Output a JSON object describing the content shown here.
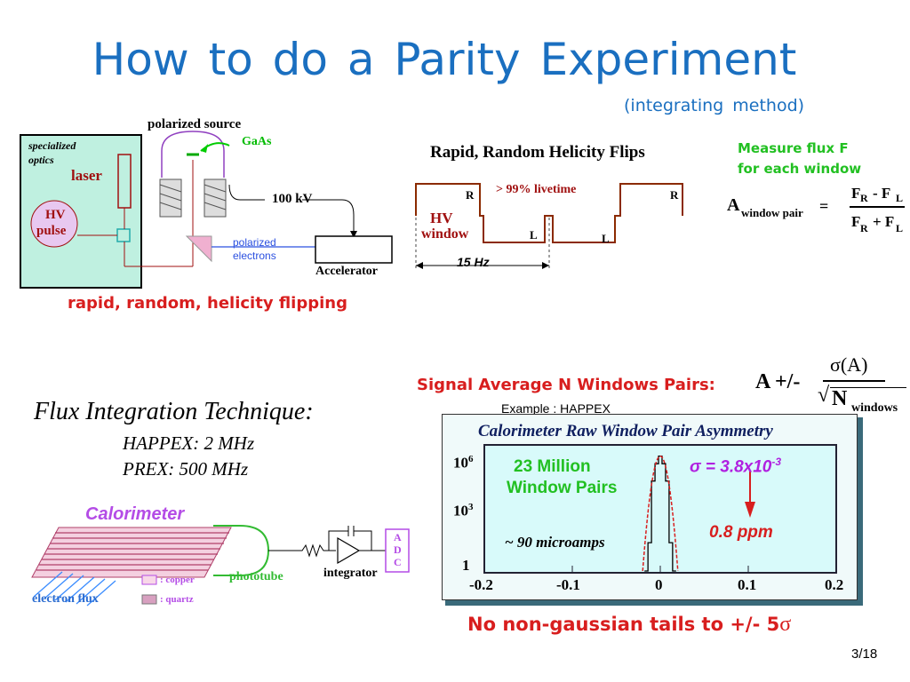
{
  "slide": {
    "title": "How  to do  a  Parity  Experiment",
    "subtitle": "(integrating   method)",
    "page_number": "3/18"
  },
  "source_diagram": {
    "specialized_optics": "specialized optics",
    "laser": "laser",
    "hv_pulse_line1": "HV",
    "hv_pulse_line2": "pulse",
    "polarized_source": "polarized source",
    "gaas": "GaAs",
    "voltage": "100 kV",
    "polarized_electrons_line1": "polarized",
    "polarized_electrons_line2": "electrons",
    "accelerator": "Accelerator",
    "caption": "rapid, random, helicity flipping"
  },
  "helicity_diagram": {
    "title": "Rapid, Random Helicity Flips",
    "livetime": "> 99% livetime",
    "r_label_1": "R",
    "r_label_2": "R",
    "l_label_1": "L",
    "l_label_2": "L",
    "hv_line1": "HV",
    "hv_line2": "window",
    "frequency": "15  Hz"
  },
  "flux_formula": {
    "heading_line1": "Measure flux F",
    "heading_line2": "for each window",
    "lhs_a": "A",
    "lhs_sub": "window pair",
    "equals": "=",
    "num": "F",
    "num_sub_r": "R",
    "num_minus": "- F",
    "num_sub_l": "L",
    "den": "F",
    "den_sub_r": "R",
    "den_plus": "+ F",
    "den_sub_l": "L"
  },
  "signal_average": {
    "text": "Signal Average N Windows Pairs:",
    "a_pm": "A +/-",
    "sigma_a": "σ(A)",
    "sqrt": "√",
    "n": "N",
    "n_sub": "windows",
    "example": "Example  :   HAPPEX"
  },
  "flux_integration": {
    "title": "Flux Integration Technique:",
    "happex": "HAPPEX:  2 MHz",
    "prex": "PREX:   500 MHz"
  },
  "calorimeter_diagram": {
    "calorimeter": "Calorimeter",
    "phototube": "phototube",
    "integrator": "integrator",
    "adc_a": "A",
    "adc_d": "D",
    "adc_c": "C",
    "copper": ": copper",
    "quartz": ": quartz",
    "electron_flux": "electron flux"
  },
  "chart_data": {
    "type": "histogram",
    "title": "Calorimeter Raw Window Pair Asymmetry",
    "x_ticks": [
      "-0.2",
      "-0.1",
      "0",
      "0.1",
      "0.2"
    ],
    "y_ticks": [
      "10",
      "10",
      "1"
    ],
    "y_tick_exponents": [
      "6",
      "3",
      ""
    ],
    "y_scale": "log",
    "xlim": [
      -0.2,
      0.2
    ],
    "annotation_count_line1": "23  Million",
    "annotation_count_line2": "Window  Pairs",
    "annotation_sigma": "σ =  3.8x10",
    "annotation_sigma_exp": "-3",
    "annotation_current": "~ 90 microamps",
    "annotation_ppm": "0.8   ppm",
    "series": [
      {
        "x": [
          -0.016,
          -0.012,
          -0.008,
          -0.004,
          0,
          0.004,
          0.008,
          0.012,
          0.016
        ],
        "y": [
          1,
          30,
          50000,
          400000,
          1000000,
          400000,
          50000,
          30,
          1
        ]
      }
    ]
  },
  "conclusion": {
    "text": "No non-gaussian tails to +/- 5",
    "sigma": "σ"
  },
  "colors": {
    "title_blue": "#1a6fc0",
    "red": "#d81e1e",
    "green": "#1ec81e",
    "panel_teal": "#bff0e0",
    "chart_bg": "#d8fafa"
  }
}
